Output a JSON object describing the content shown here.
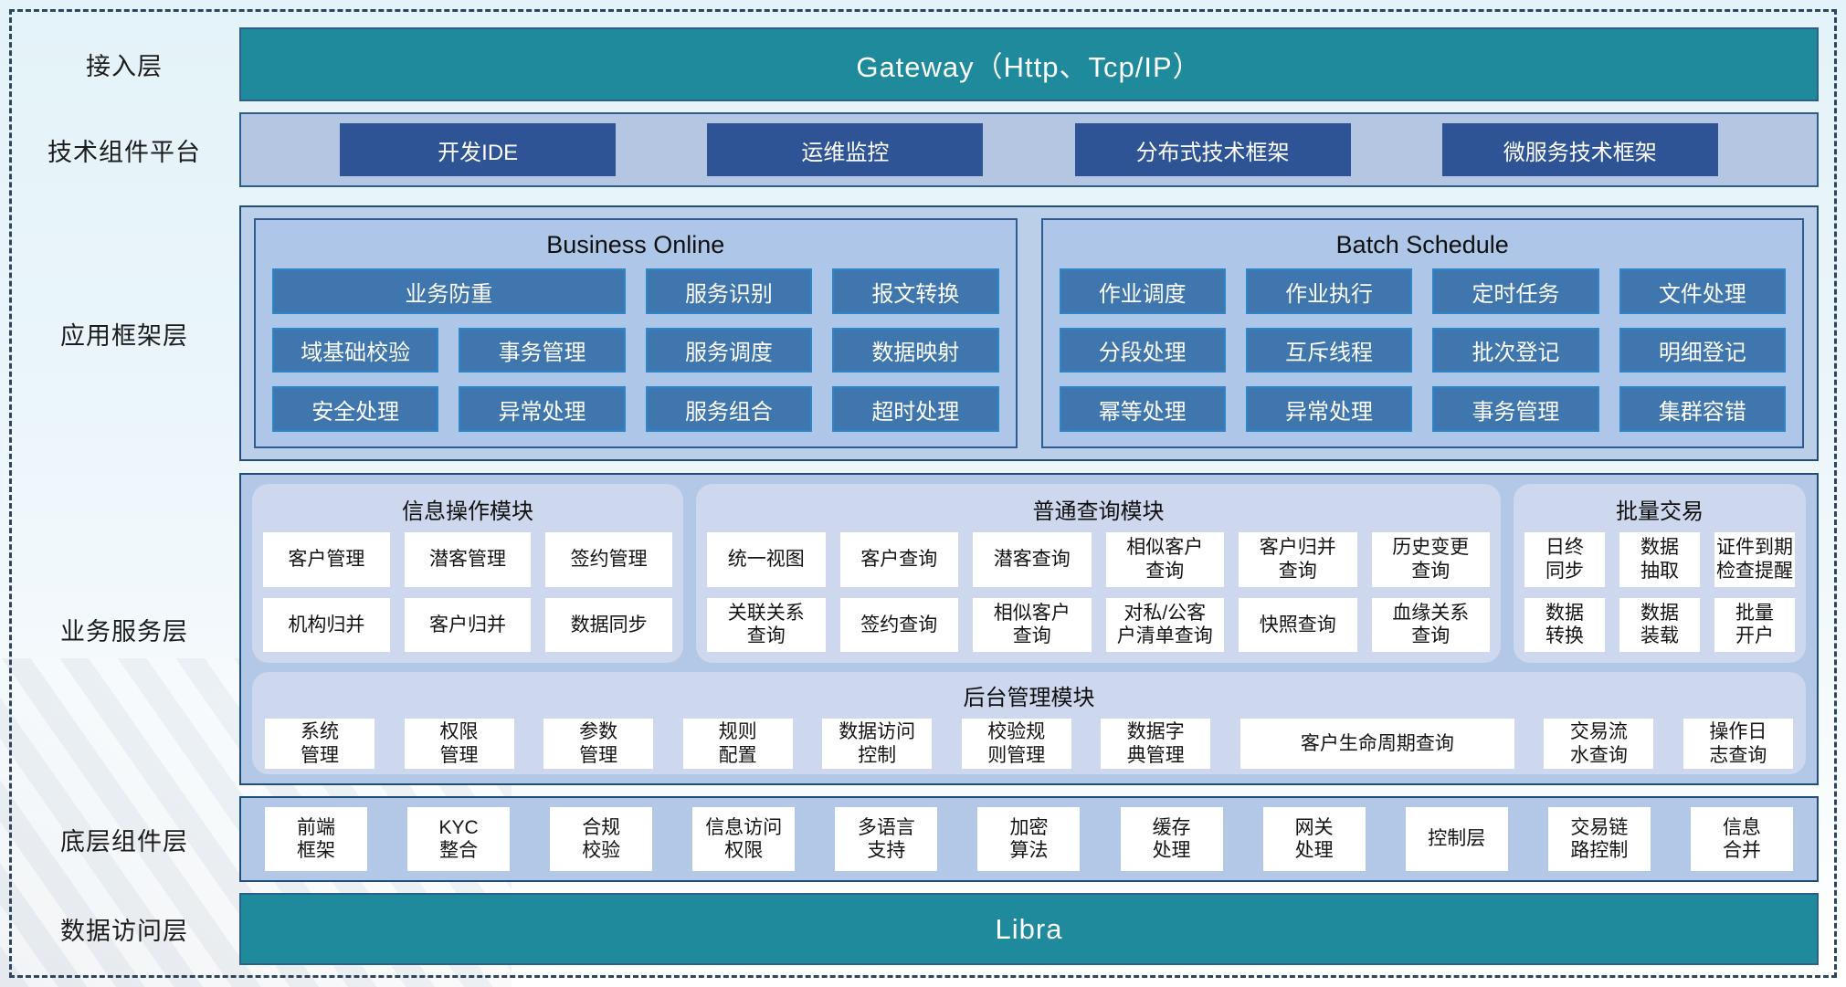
{
  "colors": {
    "teal_bar": "#1e8a9b",
    "navy_button": "#2f5496",
    "app_button": "#3e76ad",
    "container_fill": "#b3c8e6",
    "panel_fill": "#cdd7ee"
  },
  "layers": {
    "access": {
      "label": "接入层",
      "bar_text": "Gateway（Http、Tcp/IP）"
    },
    "tech": {
      "label": "技术组件平台",
      "items": [
        {
          "label": "开发IDE"
        },
        {
          "label": "运维监控"
        },
        {
          "label": "分布式技术框架"
        },
        {
          "label": "微服务技术框架"
        }
      ]
    },
    "app": {
      "label": "应用框架层",
      "groups": [
        {
          "title": "Business Online",
          "items": [
            {
              "label": "业务防重"
            },
            {
              "label": "服务识别"
            },
            {
              "label": "报文转换"
            },
            {
              "label": "域基础校验"
            },
            {
              "label": "事务管理"
            },
            {
              "label": "服务调度"
            },
            {
              "label": "数据映射"
            },
            {
              "label": "安全处理"
            },
            {
              "label": "异常处理"
            },
            {
              "label": "服务组合"
            },
            {
              "label": "超时处理"
            }
          ]
        },
        {
          "title": "Batch Schedule",
          "items": [
            {
              "label": "作业调度"
            },
            {
              "label": "作业执行"
            },
            {
              "label": "定时任务"
            },
            {
              "label": "文件处理"
            },
            {
              "label": "分段处理"
            },
            {
              "label": "互斥线程"
            },
            {
              "label": "批次登记"
            },
            {
              "label": "明细登记"
            },
            {
              "label": "幂等处理"
            },
            {
              "label": "异常处理"
            },
            {
              "label": "事务管理"
            },
            {
              "label": "集群容错"
            }
          ]
        }
      ]
    },
    "business": {
      "label": "业务服务层",
      "info_module": {
        "title": "信息操作模块",
        "items": [
          {
            "label": "客户管理"
          },
          {
            "label": "潜客管理"
          },
          {
            "label": "签约管理"
          },
          {
            "label": "机构归并"
          },
          {
            "label": "客户归并"
          },
          {
            "label": "数据同步"
          }
        ]
      },
      "query_module": {
        "title": "普通查询模块",
        "items": [
          {
            "label": "统一视图"
          },
          {
            "label": "客户查询"
          },
          {
            "label": "潜客查询"
          },
          {
            "label": "相似客户\n查询"
          },
          {
            "label": "客户归并\n查询"
          },
          {
            "label": "历史变更\n查询"
          },
          {
            "label": "关联关系\n查询"
          },
          {
            "label": "签约查询"
          },
          {
            "label": "相似客户\n查询"
          },
          {
            "label": "对私/公客\n户清单查询"
          },
          {
            "label": "快照查询"
          },
          {
            "label": "血缘关系\n查询"
          }
        ]
      },
      "batch_module": {
        "title": "批量交易",
        "items": [
          {
            "label": "日终\n同步"
          },
          {
            "label": "数据\n抽取"
          },
          {
            "label": "证件到期\n检查提醒"
          },
          {
            "label": "数据\n转换"
          },
          {
            "label": "数据\n装载"
          },
          {
            "label": "批量\n开户"
          }
        ]
      },
      "admin_module": {
        "title": "后台管理模块",
        "items": [
          {
            "label": "系统\n管理"
          },
          {
            "label": "权限\n管理"
          },
          {
            "label": "参数\n管理"
          },
          {
            "label": "规则\n配置"
          },
          {
            "label": "数据访问\n控制"
          },
          {
            "label": "校验规\n则管理"
          },
          {
            "label": "数据字\n典管理"
          },
          {
            "label": "客户生命周期查询",
            "wide": true
          },
          {
            "label": "交易流\n水查询"
          },
          {
            "label": "操作日\n志查询"
          }
        ]
      }
    },
    "foundation": {
      "label": "底层组件层",
      "items": [
        {
          "label": "前端\n框架"
        },
        {
          "label": "KYC\n整合"
        },
        {
          "label": "合规\n校验"
        },
        {
          "label": "信息访问\n权限"
        },
        {
          "label": "多语言\n支持"
        },
        {
          "label": "加密\n算法"
        },
        {
          "label": "缓存\n处理"
        },
        {
          "label": "网关\n处理"
        },
        {
          "label": "控制层"
        },
        {
          "label": "交易链\n路控制"
        },
        {
          "label": "信息\n合并"
        }
      ]
    },
    "data_access": {
      "label": "数据访问层",
      "bar_text": "Libra"
    }
  }
}
